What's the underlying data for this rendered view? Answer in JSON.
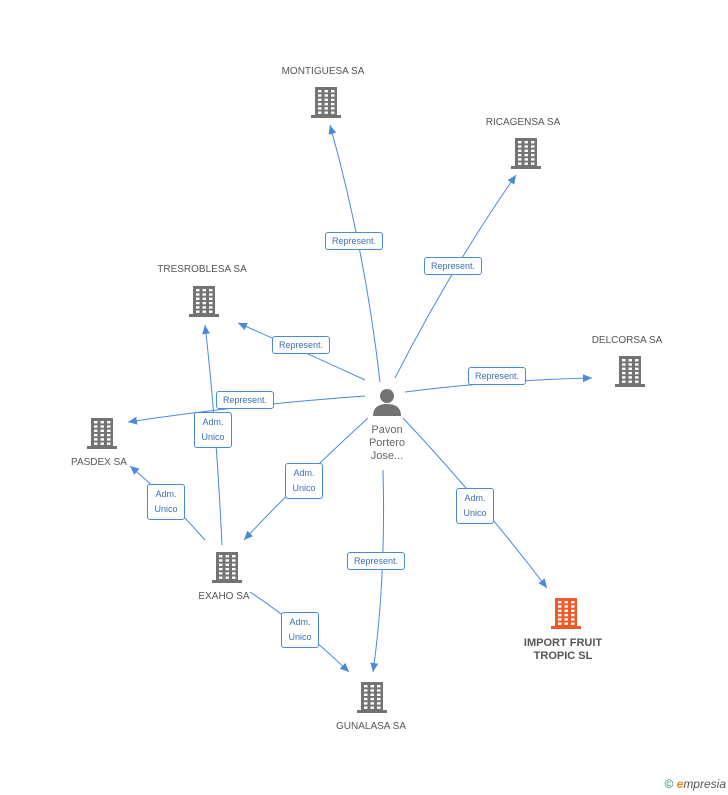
{
  "colors": {
    "edge": "#4a8ad8",
    "building": "#737373",
    "highlight": "#f05a28",
    "person": "#737373"
  },
  "person": {
    "label": "Pavon Portero Jose...",
    "icon": "person-icon"
  },
  "companies": [
    {
      "id": "montiguesa",
      "label": "MONTIGUESA SA",
      "icon": "building-icon"
    },
    {
      "id": "ricagensa",
      "label": "RICAGENSA SA",
      "icon": "building-icon"
    },
    {
      "id": "tresroblesa",
      "label": "TRESROBLESA SA",
      "icon": "building-icon"
    },
    {
      "id": "delcorsa",
      "label": "DELCORSA SA",
      "icon": "building-icon"
    },
    {
      "id": "pasdex",
      "label": "PASDEX SA",
      "icon": "building-icon"
    },
    {
      "id": "exaho",
      "label": "EXAHO SA",
      "icon": "building-icon"
    },
    {
      "id": "gunalasa",
      "label": "GUNALASA SA",
      "icon": "building-icon"
    },
    {
      "id": "import",
      "label": "IMPORT FRUIT TROPIC SL",
      "icon": "building-icon",
      "highlight": true
    }
  ],
  "edges": [
    {
      "from": "person",
      "to": "montiguesa",
      "label": "Represent."
    },
    {
      "from": "person",
      "to": "ricagensa",
      "label": "Represent."
    },
    {
      "from": "person",
      "to": "tresroblesa",
      "label": "Represent."
    },
    {
      "from": "person",
      "to": "delcorsa",
      "label": "Represent."
    },
    {
      "from": "person",
      "to": "pasdex",
      "label": "Represent."
    },
    {
      "from": "person",
      "to": "exaho",
      "label": "Adm. Unico"
    },
    {
      "from": "person",
      "to": "gunalasa",
      "label": "Represent."
    },
    {
      "from": "person",
      "to": "import",
      "label": "Adm. Unico"
    },
    {
      "from": "exaho",
      "to": "tresroblesa",
      "label": "Adm. Unico"
    },
    {
      "from": "exaho",
      "to": "pasdex",
      "label": "Adm. Unico"
    },
    {
      "from": "exaho",
      "to": "gunalasa",
      "label": "Adm. Unico"
    }
  ],
  "footer": {
    "copyright": "©",
    "brand_e": "e",
    "brand_rest": "mpresia"
  }
}
